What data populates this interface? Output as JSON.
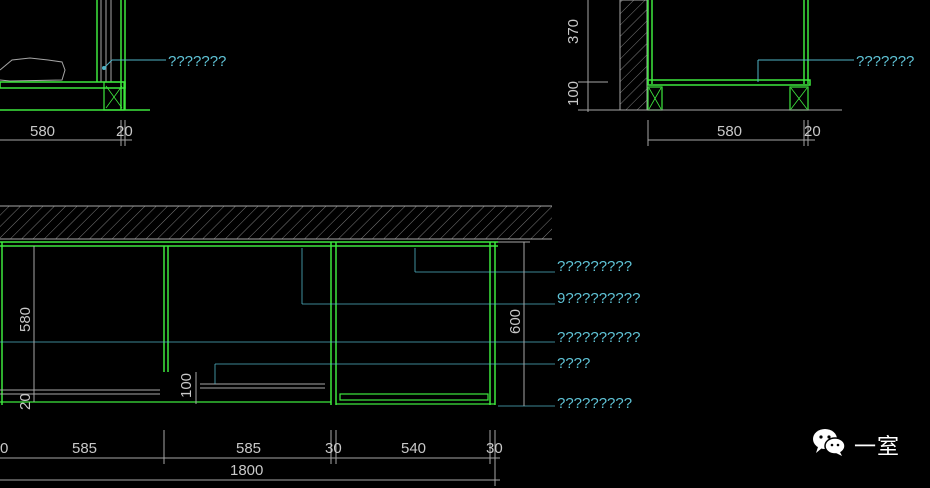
{
  "top_left": {
    "callout": "???????",
    "dims": {
      "width": "580",
      "edge": "20"
    }
  },
  "top_right": {
    "callout": "???????",
    "dims": {
      "height_upper": "370",
      "height_lower": "100",
      "width": "580",
      "edge": "20"
    }
  },
  "bottom": {
    "callouts": [
      "?????????",
      "9?????????",
      "??????????",
      "????",
      "?????????"
    ],
    "vertical_dims": {
      "depth": "580",
      "right_height": "600",
      "small_height": "100",
      "left_edge": "20"
    },
    "horizontal_dims": {
      "left_edge": "0",
      "seg1": "585",
      "seg2": "585",
      "gap1": "30",
      "seg3": "540",
      "gap2": "30",
      "total": "1800"
    }
  },
  "watermark": {
    "text": "一室",
    "icon": "wechat-icon"
  }
}
